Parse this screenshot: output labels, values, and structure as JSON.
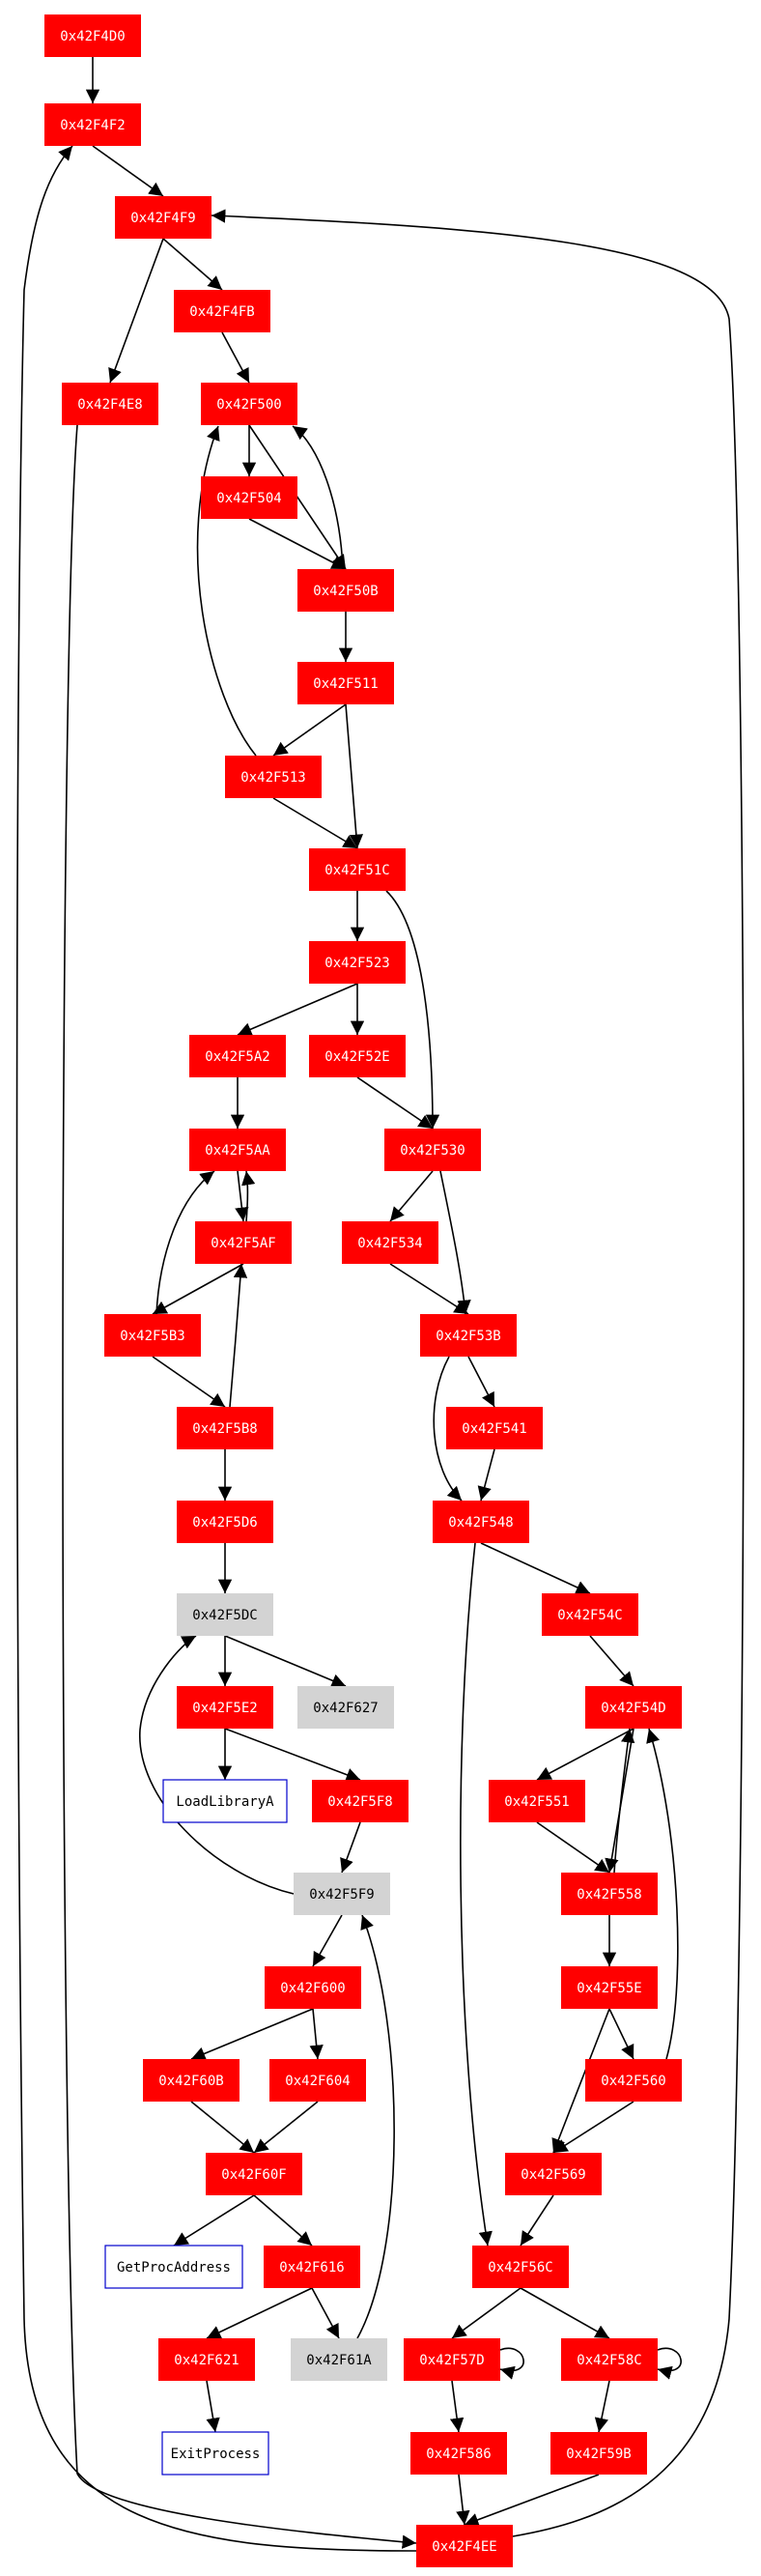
{
  "colors": {
    "block": "#ff0000",
    "block_text": "#ffffff",
    "external": "#d3d3d3",
    "external_text": "#000000",
    "api_border": "#0000cd",
    "api_text": "#000000",
    "edge": "#000000"
  },
  "nodes": [
    {
      "id": "n42F4D0",
      "label": "0x42F4D0",
      "kind": "block"
    },
    {
      "id": "n42F4F2",
      "label": "0x42F4F2",
      "kind": "block"
    },
    {
      "id": "n42F4F9",
      "label": "0x42F4F9",
      "kind": "block"
    },
    {
      "id": "n42F4FB",
      "label": "0x42F4FB",
      "kind": "block"
    },
    {
      "id": "n42F4E8",
      "label": "0x42F4E8",
      "kind": "block"
    },
    {
      "id": "n42F500",
      "label": "0x42F500",
      "kind": "block"
    },
    {
      "id": "n42F504",
      "label": "0x42F504",
      "kind": "block"
    },
    {
      "id": "n42F50B",
      "label": "0x42F50B",
      "kind": "block"
    },
    {
      "id": "n42F511",
      "label": "0x42F511",
      "kind": "block"
    },
    {
      "id": "n42F513",
      "label": "0x42F513",
      "kind": "block"
    },
    {
      "id": "n42F51C",
      "label": "0x42F51C",
      "kind": "block"
    },
    {
      "id": "n42F523",
      "label": "0x42F523",
      "kind": "block"
    },
    {
      "id": "n42F5A2",
      "label": "0x42F5A2",
      "kind": "block"
    },
    {
      "id": "n42F52E",
      "label": "0x42F52E",
      "kind": "block"
    },
    {
      "id": "n42F5AA",
      "label": "0x42F5AA",
      "kind": "block"
    },
    {
      "id": "n42F530",
      "label": "0x42F530",
      "kind": "block"
    },
    {
      "id": "n42F5AF",
      "label": "0x42F5AF",
      "kind": "block"
    },
    {
      "id": "n42F534",
      "label": "0x42F534",
      "kind": "block"
    },
    {
      "id": "n42F5B3",
      "label": "0x42F5B3",
      "kind": "block"
    },
    {
      "id": "n42F53B",
      "label": "0x42F53B",
      "kind": "block"
    },
    {
      "id": "n42F5B8",
      "label": "0x42F5B8",
      "kind": "block"
    },
    {
      "id": "n42F541",
      "label": "0x42F541",
      "kind": "block"
    },
    {
      "id": "n42F5D6",
      "label": "0x42F5D6",
      "kind": "block"
    },
    {
      "id": "n42F548",
      "label": "0x42F548",
      "kind": "block"
    },
    {
      "id": "n42F5DC",
      "label": "0x42F5DC",
      "kind": "external"
    },
    {
      "id": "n42F54C",
      "label": "0x42F54C",
      "kind": "block"
    },
    {
      "id": "n42F5E2",
      "label": "0x42F5E2",
      "kind": "block"
    },
    {
      "id": "n42F627",
      "label": "0x42F627",
      "kind": "external"
    },
    {
      "id": "n42F54D",
      "label": "0x42F54D",
      "kind": "block"
    },
    {
      "id": "nLoadLibraryA",
      "label": "LoadLibraryA",
      "kind": "api"
    },
    {
      "id": "n42F5F8",
      "label": "0x42F5F8",
      "kind": "block"
    },
    {
      "id": "n42F551",
      "label": "0x42F551",
      "kind": "block"
    },
    {
      "id": "n42F5F9",
      "label": "0x42F5F9",
      "kind": "external"
    },
    {
      "id": "n42F558",
      "label": "0x42F558",
      "kind": "block"
    },
    {
      "id": "n42F600",
      "label": "0x42F600",
      "kind": "block"
    },
    {
      "id": "n42F55E",
      "label": "0x42F55E",
      "kind": "block"
    },
    {
      "id": "n42F60B",
      "label": "0x42F60B",
      "kind": "block"
    },
    {
      "id": "n42F604",
      "label": "0x42F604",
      "kind": "block"
    },
    {
      "id": "n42F560",
      "label": "0x42F560",
      "kind": "block"
    },
    {
      "id": "n42F60F",
      "label": "0x42F60F",
      "kind": "block"
    },
    {
      "id": "n42F569",
      "label": "0x42F569",
      "kind": "block"
    },
    {
      "id": "nGetProcAddress",
      "label": "GetProcAddress",
      "kind": "api"
    },
    {
      "id": "n42F616",
      "label": "0x42F616",
      "kind": "block"
    },
    {
      "id": "n42F56C",
      "label": "0x42F56C",
      "kind": "block"
    },
    {
      "id": "n42F621",
      "label": "0x42F621",
      "kind": "block"
    },
    {
      "id": "n42F61A",
      "label": "0x42F61A",
      "kind": "external"
    },
    {
      "id": "n42F57D",
      "label": "0x42F57D",
      "kind": "block"
    },
    {
      "id": "n42F58C",
      "label": "0x42F58C",
      "kind": "block"
    },
    {
      "id": "nExitProcess",
      "label": "ExitProcess",
      "kind": "api"
    },
    {
      "id": "n42F586",
      "label": "0x42F586",
      "kind": "block"
    },
    {
      "id": "n42F59B",
      "label": "0x42F59B",
      "kind": "block"
    },
    {
      "id": "n42F4EE",
      "label": "0x42F4EE",
      "kind": "block"
    }
  ],
  "edges": [
    {
      "from": "n42F4D0",
      "to": "n42F4F2"
    },
    {
      "from": "n42F4F2",
      "to": "n42F4F9"
    },
    {
      "from": "n42F4F9",
      "to": "n42F4FB"
    },
    {
      "from": "n42F4F9",
      "to": "n42F4E8"
    },
    {
      "from": "n42F4FB",
      "to": "n42F500"
    },
    {
      "from": "n42F500",
      "to": "n42F504"
    },
    {
      "from": "n42F500",
      "to": "n42F50B"
    },
    {
      "from": "n42F504",
      "to": "n42F50B"
    },
    {
      "from": "n42F50B",
      "to": "n42F500"
    },
    {
      "from": "n42F50B",
      "to": "n42F511"
    },
    {
      "from": "n42F511",
      "to": "n42F513"
    },
    {
      "from": "n42F511",
      "to": "n42F51C"
    },
    {
      "from": "n42F513",
      "to": "n42F500"
    },
    {
      "from": "n42F513",
      "to": "n42F51C"
    },
    {
      "from": "n42F51C",
      "to": "n42F523"
    },
    {
      "from": "n42F51C",
      "to": "n42F530"
    },
    {
      "from": "n42F523",
      "to": "n42F5A2"
    },
    {
      "from": "n42F523",
      "to": "n42F52E"
    },
    {
      "from": "n42F52E",
      "to": "n42F530"
    },
    {
      "from": "n42F5A2",
      "to": "n42F5AA"
    },
    {
      "from": "n42F5AA",
      "to": "n42F5AF"
    },
    {
      "from": "n42F5AF",
      "to": "n42F5AA"
    },
    {
      "from": "n42F5AF",
      "to": "n42F5B3"
    },
    {
      "from": "n42F5B3",
      "to": "n42F5AA"
    },
    {
      "from": "n42F5B3",
      "to": "n42F5B8"
    },
    {
      "from": "n42F5B8",
      "to": "n42F5AF"
    },
    {
      "from": "n42F5B8",
      "to": "n42F5D6"
    },
    {
      "from": "n42F5D6",
      "to": "n42F5DC"
    },
    {
      "from": "n42F5DC",
      "to": "n42F5E2"
    },
    {
      "from": "n42F5DC",
      "to": "n42F627"
    },
    {
      "from": "n42F5E2",
      "to": "nLoadLibraryA"
    },
    {
      "from": "n42F5E2",
      "to": "n42F5F8"
    },
    {
      "from": "n42F5F8",
      "to": "n42F5F9"
    },
    {
      "from": "n42F5F9",
      "to": "n42F5DC"
    },
    {
      "from": "n42F5F9",
      "to": "n42F600"
    },
    {
      "from": "n42F600",
      "to": "n42F60B"
    },
    {
      "from": "n42F600",
      "to": "n42F604"
    },
    {
      "from": "n42F60B",
      "to": "n42F60F"
    },
    {
      "from": "n42F604",
      "to": "n42F60F"
    },
    {
      "from": "n42F60F",
      "to": "nGetProcAddress"
    },
    {
      "from": "n42F60F",
      "to": "n42F616"
    },
    {
      "from": "n42F616",
      "to": "n42F621"
    },
    {
      "from": "n42F616",
      "to": "n42F61A"
    },
    {
      "from": "n42F61A",
      "to": "n42F5F9"
    },
    {
      "from": "n42F621",
      "to": "nExitProcess"
    },
    {
      "from": "n42F530",
      "to": "n42F534"
    },
    {
      "from": "n42F530",
      "to": "n42F53B"
    },
    {
      "from": "n42F534",
      "to": "n42F53B"
    },
    {
      "from": "n42F53B",
      "to": "n42F541"
    },
    {
      "from": "n42F53B",
      "to": "n42F548"
    },
    {
      "from": "n42F541",
      "to": "n42F548"
    },
    {
      "from": "n42F548",
      "to": "n42F54C"
    },
    {
      "from": "n42F548",
      "to": "n42F56C"
    },
    {
      "from": "n42F54C",
      "to": "n42F54D"
    },
    {
      "from": "n42F54D",
      "to": "n42F551"
    },
    {
      "from": "n42F54D",
      "to": "n42F558"
    },
    {
      "from": "n42F551",
      "to": "n42F558"
    },
    {
      "from": "n42F558",
      "to": "n42F54D"
    },
    {
      "from": "n42F558",
      "to": "n42F55E"
    },
    {
      "from": "n42F55E",
      "to": "n42F569"
    },
    {
      "from": "n42F55E",
      "to": "n42F560"
    },
    {
      "from": "n42F560",
      "to": "n42F54D"
    },
    {
      "from": "n42F560",
      "to": "n42F569"
    },
    {
      "from": "n42F569",
      "to": "n42F56C"
    },
    {
      "from": "n42F56C",
      "to": "n42F57D"
    },
    {
      "from": "n42F56C",
      "to": "n42F58C"
    },
    {
      "from": "n42F57D",
      "to": "n42F57D"
    },
    {
      "from": "n42F57D",
      "to": "n42F586"
    },
    {
      "from": "n42F58C",
      "to": "n42F58C"
    },
    {
      "from": "n42F58C",
      "to": "n42F59B"
    },
    {
      "from": "n42F586",
      "to": "n42F4EE"
    },
    {
      "from": "n42F59B",
      "to": "n42F4EE"
    },
    {
      "from": "n42F4E8",
      "to": "n42F4EE"
    },
    {
      "from": "n42F4EE",
      "to": "n42F4F2"
    },
    {
      "from": "n42F4EE",
      "to": "n42F4F9"
    }
  ]
}
